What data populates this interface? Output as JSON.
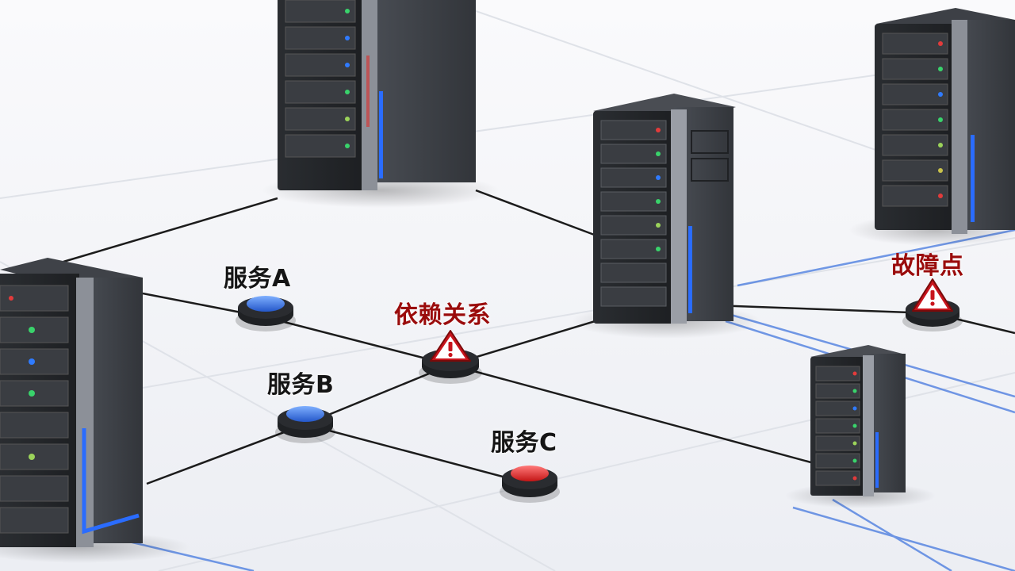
{
  "colors": {
    "floor": "#f2f3f6",
    "line": "#1c1c1c",
    "blue_line": "#3f6fd8",
    "server_body": "#2c2f33",
    "server_side": "#3a3e44",
    "node_blue": "#2f6fe0",
    "node_red": "#e02727",
    "alert_red": "#c8141c",
    "label_dark": "#151515",
    "label_alert": "#9a0b0b"
  },
  "labels": {
    "service_a": "服务A",
    "service_b": "服务B",
    "service_c": "服务C",
    "dependency": "依赖关系",
    "failure_point": "故障点"
  },
  "icons": {
    "warning": "warning-triangle-icon",
    "server": "server-rack-icon"
  }
}
